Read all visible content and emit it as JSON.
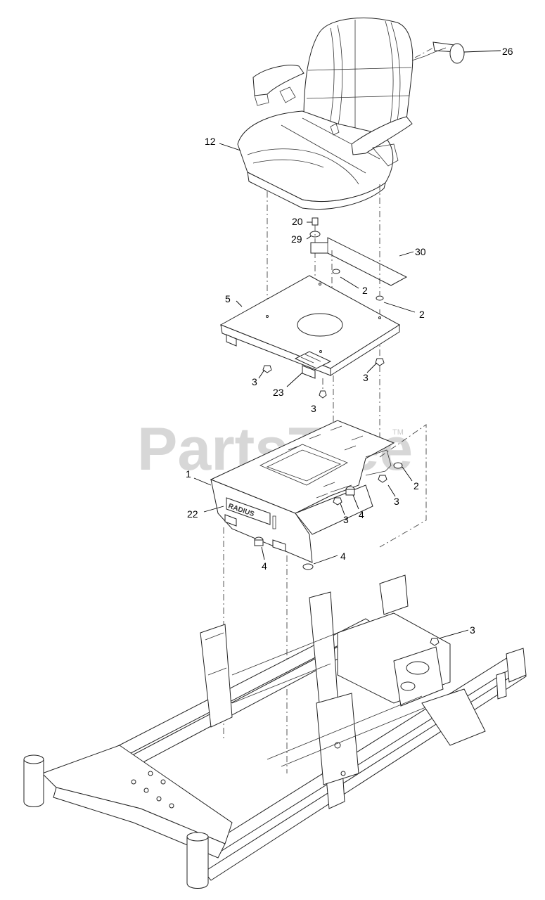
{
  "watermark": {
    "text": "PartsTree",
    "trademark": "TM"
  },
  "decal_text": "RADIUS",
  "callouts": {
    "c26": "26",
    "c12": "12",
    "c20": "20",
    "c29": "29",
    "c30": "30",
    "c2a": "2",
    "c2b": "2",
    "c5": "5",
    "c3a": "3",
    "c3b": "3",
    "c23": "23",
    "c3c": "3",
    "c1": "1",
    "c2c": "2",
    "c3d": "3",
    "c3e": "3",
    "c4a": "4",
    "c22": "22",
    "c4b": "4",
    "c4c": "4",
    "c3f": "3"
  }
}
